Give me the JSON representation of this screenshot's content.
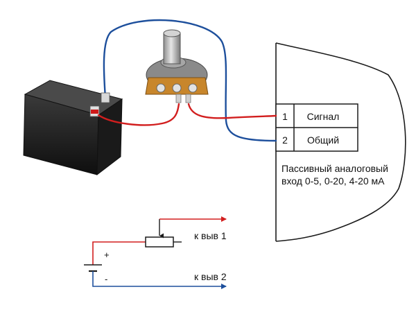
{
  "terminal_block": {
    "rows": [
      {
        "number": "1",
        "name": "Сигнал"
      },
      {
        "number": "2",
        "name": "Общий"
      }
    ]
  },
  "device_description": {
    "line1": "Пассивный аналоговый",
    "line2": "вход 0-5, 0-20, 4-20 мА"
  },
  "schematic": {
    "plus_sign": "+",
    "minus_sign": "-",
    "to_pin1": "к выв 1",
    "to_pin2": "к выв 2"
  },
  "colors": {
    "wire_red": "#d21e1e",
    "wire_blue": "#1d4f9c",
    "outline": "#1a1a1a",
    "battery_body": "#1b1b1b",
    "pot_knob": "#b9b9b9",
    "pot_board": "#c8862b"
  },
  "icons": {
    "battery": "battery-photo-icon",
    "potentiometer": "potentiometer-photo-icon"
  }
}
